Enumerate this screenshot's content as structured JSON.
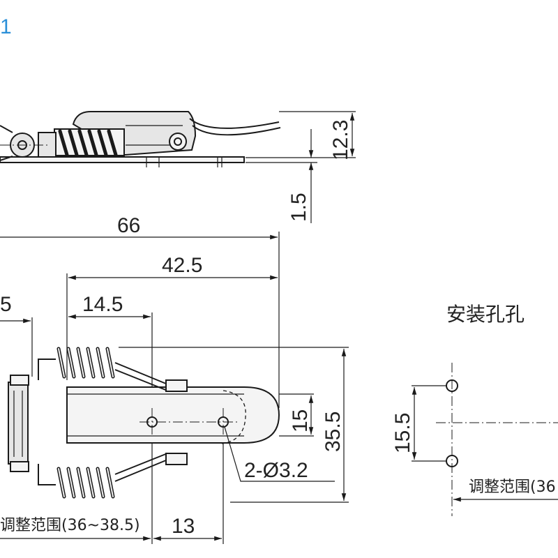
{
  "header": {
    "label": "1"
  },
  "side_view": {
    "dim_height": "12.3",
    "dim_thickness": "1.5"
  },
  "top_view": {
    "dim_total_length": "66",
    "dim_body_length": "42.5",
    "dim_spring_offset": "14.5",
    "dim_left_partial": "5",
    "dim_tip_width": "15",
    "dim_total_width": "35.5",
    "dim_holes": "2-Ø3.2",
    "dim_hole_spacing": "13",
    "adjust_range": "调整范围(36~38.5)"
  },
  "hole_view": {
    "title": "安装孔孔",
    "dim_hole_pitch": "15.5",
    "adjust_range": "调整范围(36"
  },
  "colors": {
    "line": "#1a1a1a",
    "metal_fill": "#e6e6e6",
    "accent_blue": "#2a8fd8"
  }
}
